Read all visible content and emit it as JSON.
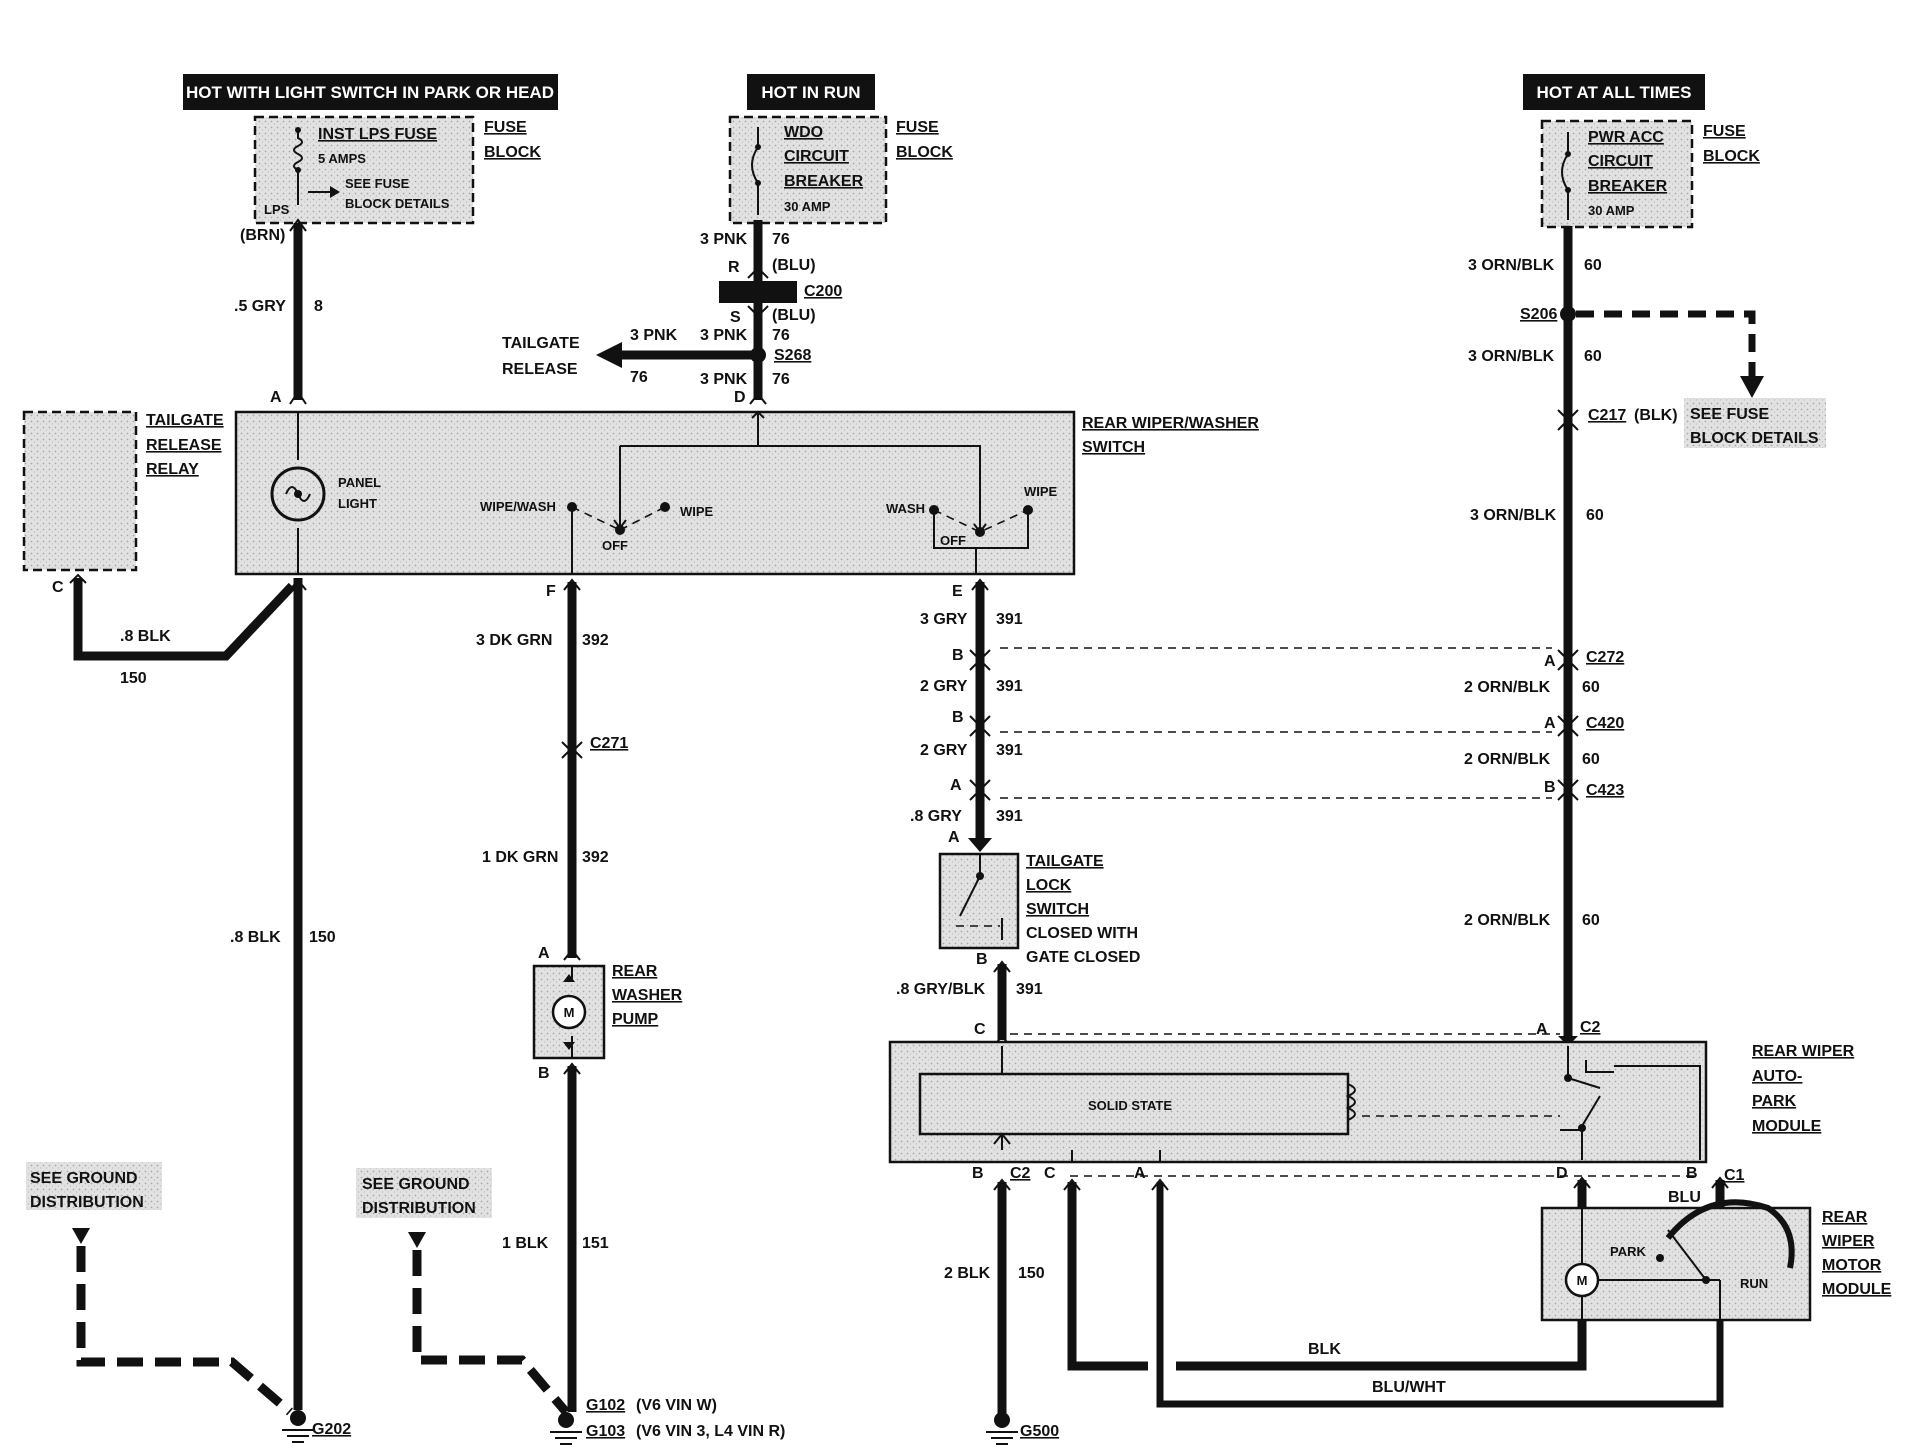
{
  "headers": {
    "park_head": "HOT WITH LIGHT SWITCH IN PARK OR HEAD",
    "run": "HOT IN RUN",
    "all_times": "HOT AT ALL TIMES"
  },
  "fuse_block_left": {
    "fuse_name": "INST LPS FUSE",
    "rating": "5 AMPS",
    "see_details_1": "SEE FUSE",
    "see_details_2": "BLOCK DETAILS",
    "terminal": "LPS",
    "label_1": "FUSE",
    "label_2": "BLOCK"
  },
  "fuse_block_mid": {
    "name_1": "WDO",
    "name_2": "CIRCUIT",
    "name_3": "BREAKER",
    "rating": "30 AMP",
    "label_1": "FUSE",
    "label_2": "BLOCK"
  },
  "fuse_block_right": {
    "name_1": "PWR ACC",
    "name_2": "CIRCUIT",
    "name_3": "BREAKER",
    "rating": "30 AMP",
    "label_1": "FUSE",
    "label_2": "BLOCK"
  },
  "left_circuit": {
    "brn": "(BRN)",
    "gauge_1": ".5 GRY",
    "circuit_1": "8",
    "pin_a": "A",
    "relay_1": "TAILGATE",
    "relay_2": "RELEASE",
    "relay_3": "RELAY",
    "relay_pin_c": "C",
    "gauge_2": ".8 BLK",
    "circuit_2": "150",
    "gauge_3": ".8 BLK",
    "circuit_3": "150",
    "ground_see_1": "SEE GROUND",
    "ground_see_2": "DISTRIBUTION",
    "ground": "G202"
  },
  "mid_feed": {
    "gauge_a": "3 PNK",
    "circuit_a": "76",
    "pin_r": "R",
    "blu_r": "(BLU)",
    "connector": "C200",
    "pin_s": "S",
    "blu_s": "(BLU)",
    "gauge_b": "3 PNK",
    "circuit_b": "76",
    "splice": "S268",
    "gauge_c": "3 PNK",
    "circuit_c": "76",
    "pin_d": "D",
    "release_1": "TAILGATE",
    "release_2": "RELEASE",
    "release_gauge": "3 PNK",
    "release_circuit": "76"
  },
  "switch": {
    "title_1": "REAR WIPER/WASHER",
    "title_2": "SWITCH",
    "panel_1": "PANEL",
    "panel_2": "LIGHT",
    "wipe_wash": "WIPE/WASH",
    "wipe_left": "WIPE",
    "off_left": "OFF",
    "wash": "WASH",
    "wipe_right": "WIPE",
    "off_right": "OFF"
  },
  "washer_circuit": {
    "pin_f": "F",
    "gauge_1": "3 DK GRN",
    "circuit_1": "392",
    "connector": "C271",
    "gauge_2": "1 DK GRN",
    "circuit_2": "392",
    "pin_a": "A",
    "pump_1": "REAR",
    "pump_2": "WASHER",
    "pump_3": "PUMP",
    "motor": "M",
    "pin_b": "B",
    "gauge_3": "1 BLK",
    "circuit_3": "151",
    "ground_see_1": "SEE GROUND",
    "ground_see_2": "DISTRIBUTION",
    "ground_1": "G102",
    "ground_1_note": "(V6 VIN W)",
    "ground_2": "G103",
    "ground_2_note": "(V6 VIN 3, L4 VIN R)"
  },
  "lock_circuit": {
    "pin_e": "E",
    "gauge_1": "3 GRY",
    "circuit_1": "391",
    "pin_b1": "B",
    "gauge_2": "2 GRY",
    "circuit_2": "391",
    "pin_b2": "B",
    "gauge_3": "2 GRY",
    "circuit_3": "391",
    "pin_a1": "A",
    "gauge_4": ".8 GRY",
    "circuit_4": "391",
    "pin_a2": "A",
    "switch_1": "TAILGATE",
    "switch_2": "LOCK",
    "switch_3": "SWITCH",
    "switch_4": "CLOSED WITH",
    "switch_5": "GATE CLOSED",
    "pin_b3": "B",
    "gauge_5": ".8 GRY/BLK",
    "circuit_5": "391",
    "pin_c": "C"
  },
  "right_feed": {
    "gauge_1": "3 ORN/BLK",
    "circuit_1": "60",
    "splice": "S206",
    "gauge_2": "3 ORN/BLK",
    "circuit_2": "60",
    "connector_1": "C217",
    "connector_1_note": "(BLK)",
    "see_fuse_1": "SEE FUSE",
    "see_fuse_2": "BLOCK DETAILS",
    "gauge_3": "3 ORN/BLK",
    "circuit_3": "60",
    "pin_a1": "A",
    "connector_2": "C272",
    "gauge_4": "2 ORN/BLK",
    "circuit_4": "60",
    "pin_a2": "A",
    "connector_3": "C420",
    "gauge_5": "2 ORN/BLK",
    "circuit_5": "60",
    "pin_b": "B",
    "connector_4": "C423",
    "gauge_6": "2 ORN/BLK",
    "circuit_6": "60",
    "pin_a3": "A",
    "connector_5": "C2"
  },
  "module": {
    "title_1": "REAR WIPER",
    "title_2": "AUTO-",
    "title_3": "PARK",
    "title_4": "MODULE",
    "solid_state": "SOLID STATE",
    "pin_b": "B",
    "conn_c2": "C2",
    "pin_c": "C",
    "pin_a": "A",
    "pin_d": "D",
    "pin_b2": "B",
    "conn_c1": "C1",
    "blu": "BLU"
  },
  "motor": {
    "title_1": "REAR",
    "title_2": "WIPER",
    "title_3": "MOTOR",
    "title_4": "MODULE",
    "park": "PARK",
    "run": "RUN",
    "m": "M"
  },
  "bottom": {
    "gauge": "2 BLK",
    "circuit": "150",
    "ground": "G500",
    "blk": "BLK",
    "blu_wht": "BLU/WHT"
  }
}
